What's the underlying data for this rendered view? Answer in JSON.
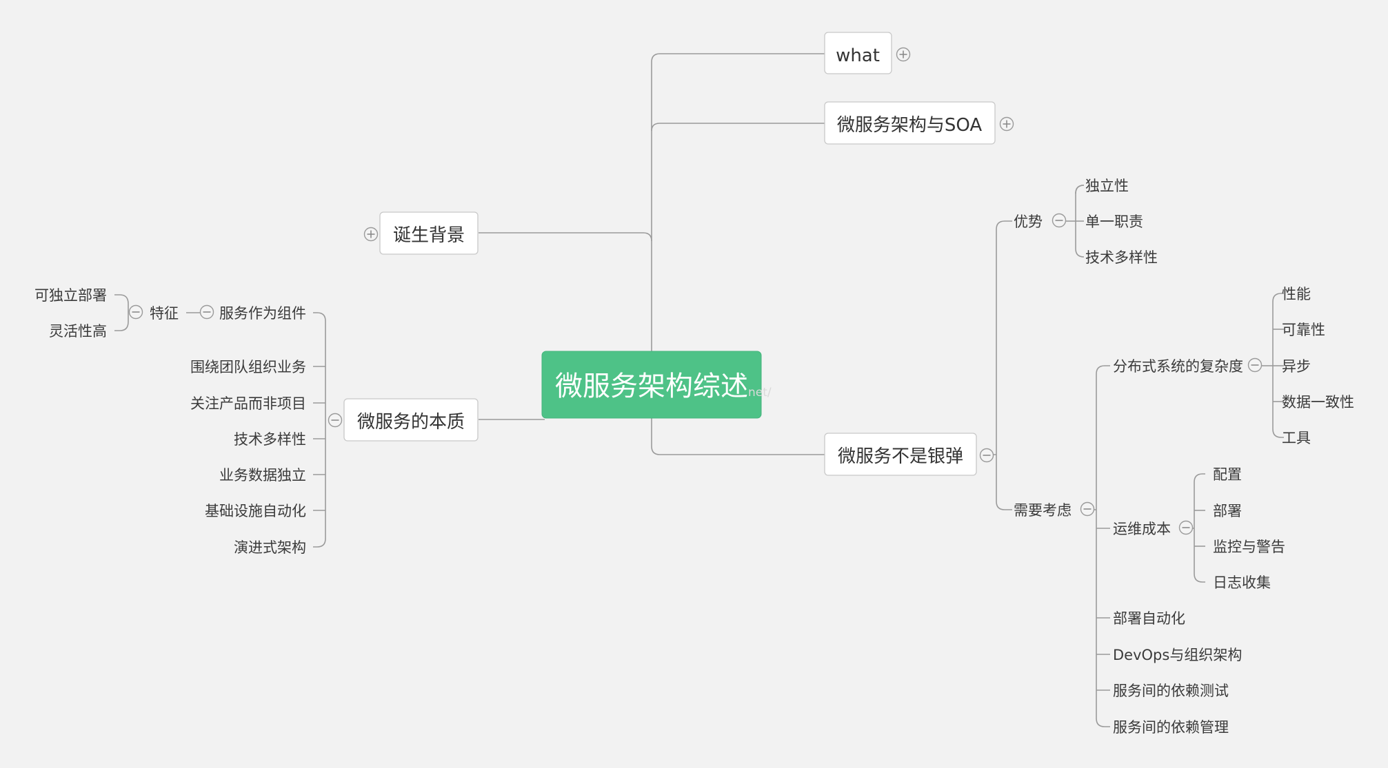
{
  "root": {
    "label": "微服务架构综述",
    "color": "#4ec287"
  },
  "watermark": "net/",
  "branches": {
    "what": {
      "label": "what",
      "toggle": "expand"
    },
    "soa": {
      "label": "微服务架构与SOA",
      "toggle": "expand"
    },
    "background": {
      "label": "诞生背景",
      "toggle": "expand"
    },
    "essence": {
      "label": "微服务的本质",
      "toggle": "collapse",
      "items": [
        {
          "label": "服务作为组件"
        },
        {
          "label": "围绕团队组织业务"
        },
        {
          "label": "关注产品而非项目"
        },
        {
          "label": "技术多样性"
        },
        {
          "label": "业务数据独立"
        },
        {
          "label": "基础设施自动化"
        },
        {
          "label": "演进式架构"
        }
      ],
      "feature": {
        "label": "特征",
        "items": [
          "可独立部署",
          "灵活性高"
        ]
      }
    },
    "silver": {
      "label": "微服务不是银弹",
      "toggle": "collapse",
      "advantages": {
        "label": "优势",
        "items": [
          "独立性",
          "单一职责",
          "技术多样性"
        ]
      },
      "considerations": {
        "label": "需要考虑",
        "complexity": {
          "label": "分布式系统的复杂度",
          "items": [
            "性能",
            "可靠性",
            "异步",
            "数据一致性",
            "工具"
          ]
        },
        "ops": {
          "label": "运维成本",
          "items": [
            "配置",
            "部署",
            "监控与警告",
            "日志收集"
          ]
        },
        "others": [
          "部署自动化",
          "DevOps与组织架构",
          "服务间的依赖测试",
          "服务间的依赖管理"
        ]
      }
    }
  }
}
